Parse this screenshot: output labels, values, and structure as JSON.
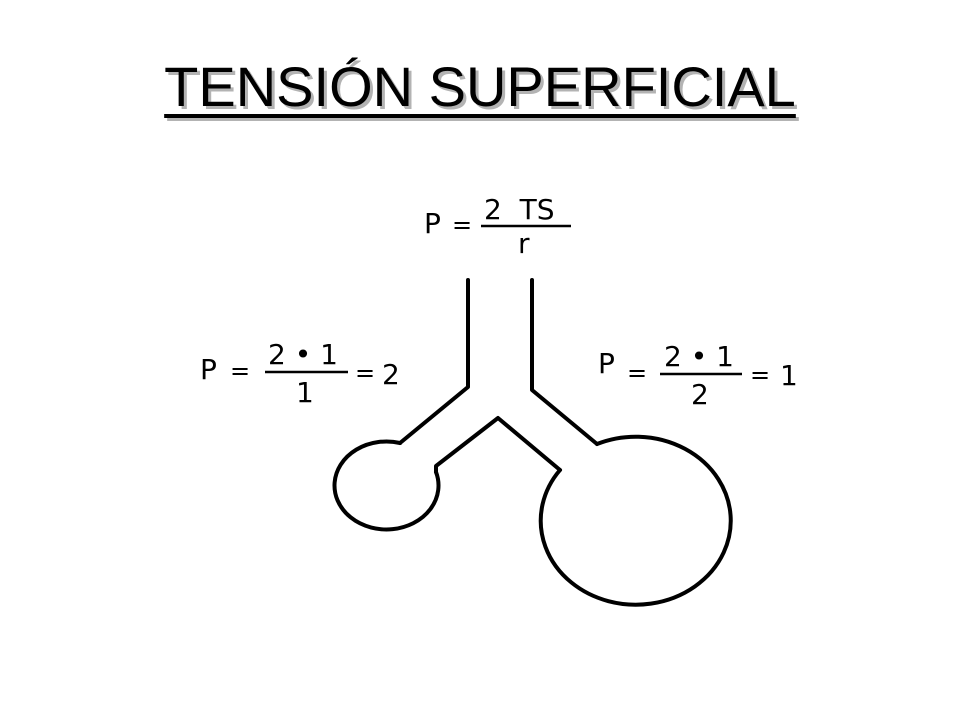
{
  "title": "TENSIÓN SUPERFICIAL",
  "colors": {
    "text": "#000000",
    "title_shadow": "#b3b3b3",
    "background": "#ffffff"
  },
  "formula_top": {
    "lhs": "P",
    "eq": "=",
    "numerator": "2  TS",
    "denominator": "r"
  },
  "formula_left": {
    "lhs": "P",
    "eq": "=",
    "numerator": "2 • 1",
    "denominator": "1",
    "result_eq": "=",
    "result": "2"
  },
  "formula_right": {
    "lhs": "P",
    "eq": "=",
    "numerator": "2 • 1",
    "denominator": "2",
    "result_eq": "=",
    "result": "1"
  }
}
